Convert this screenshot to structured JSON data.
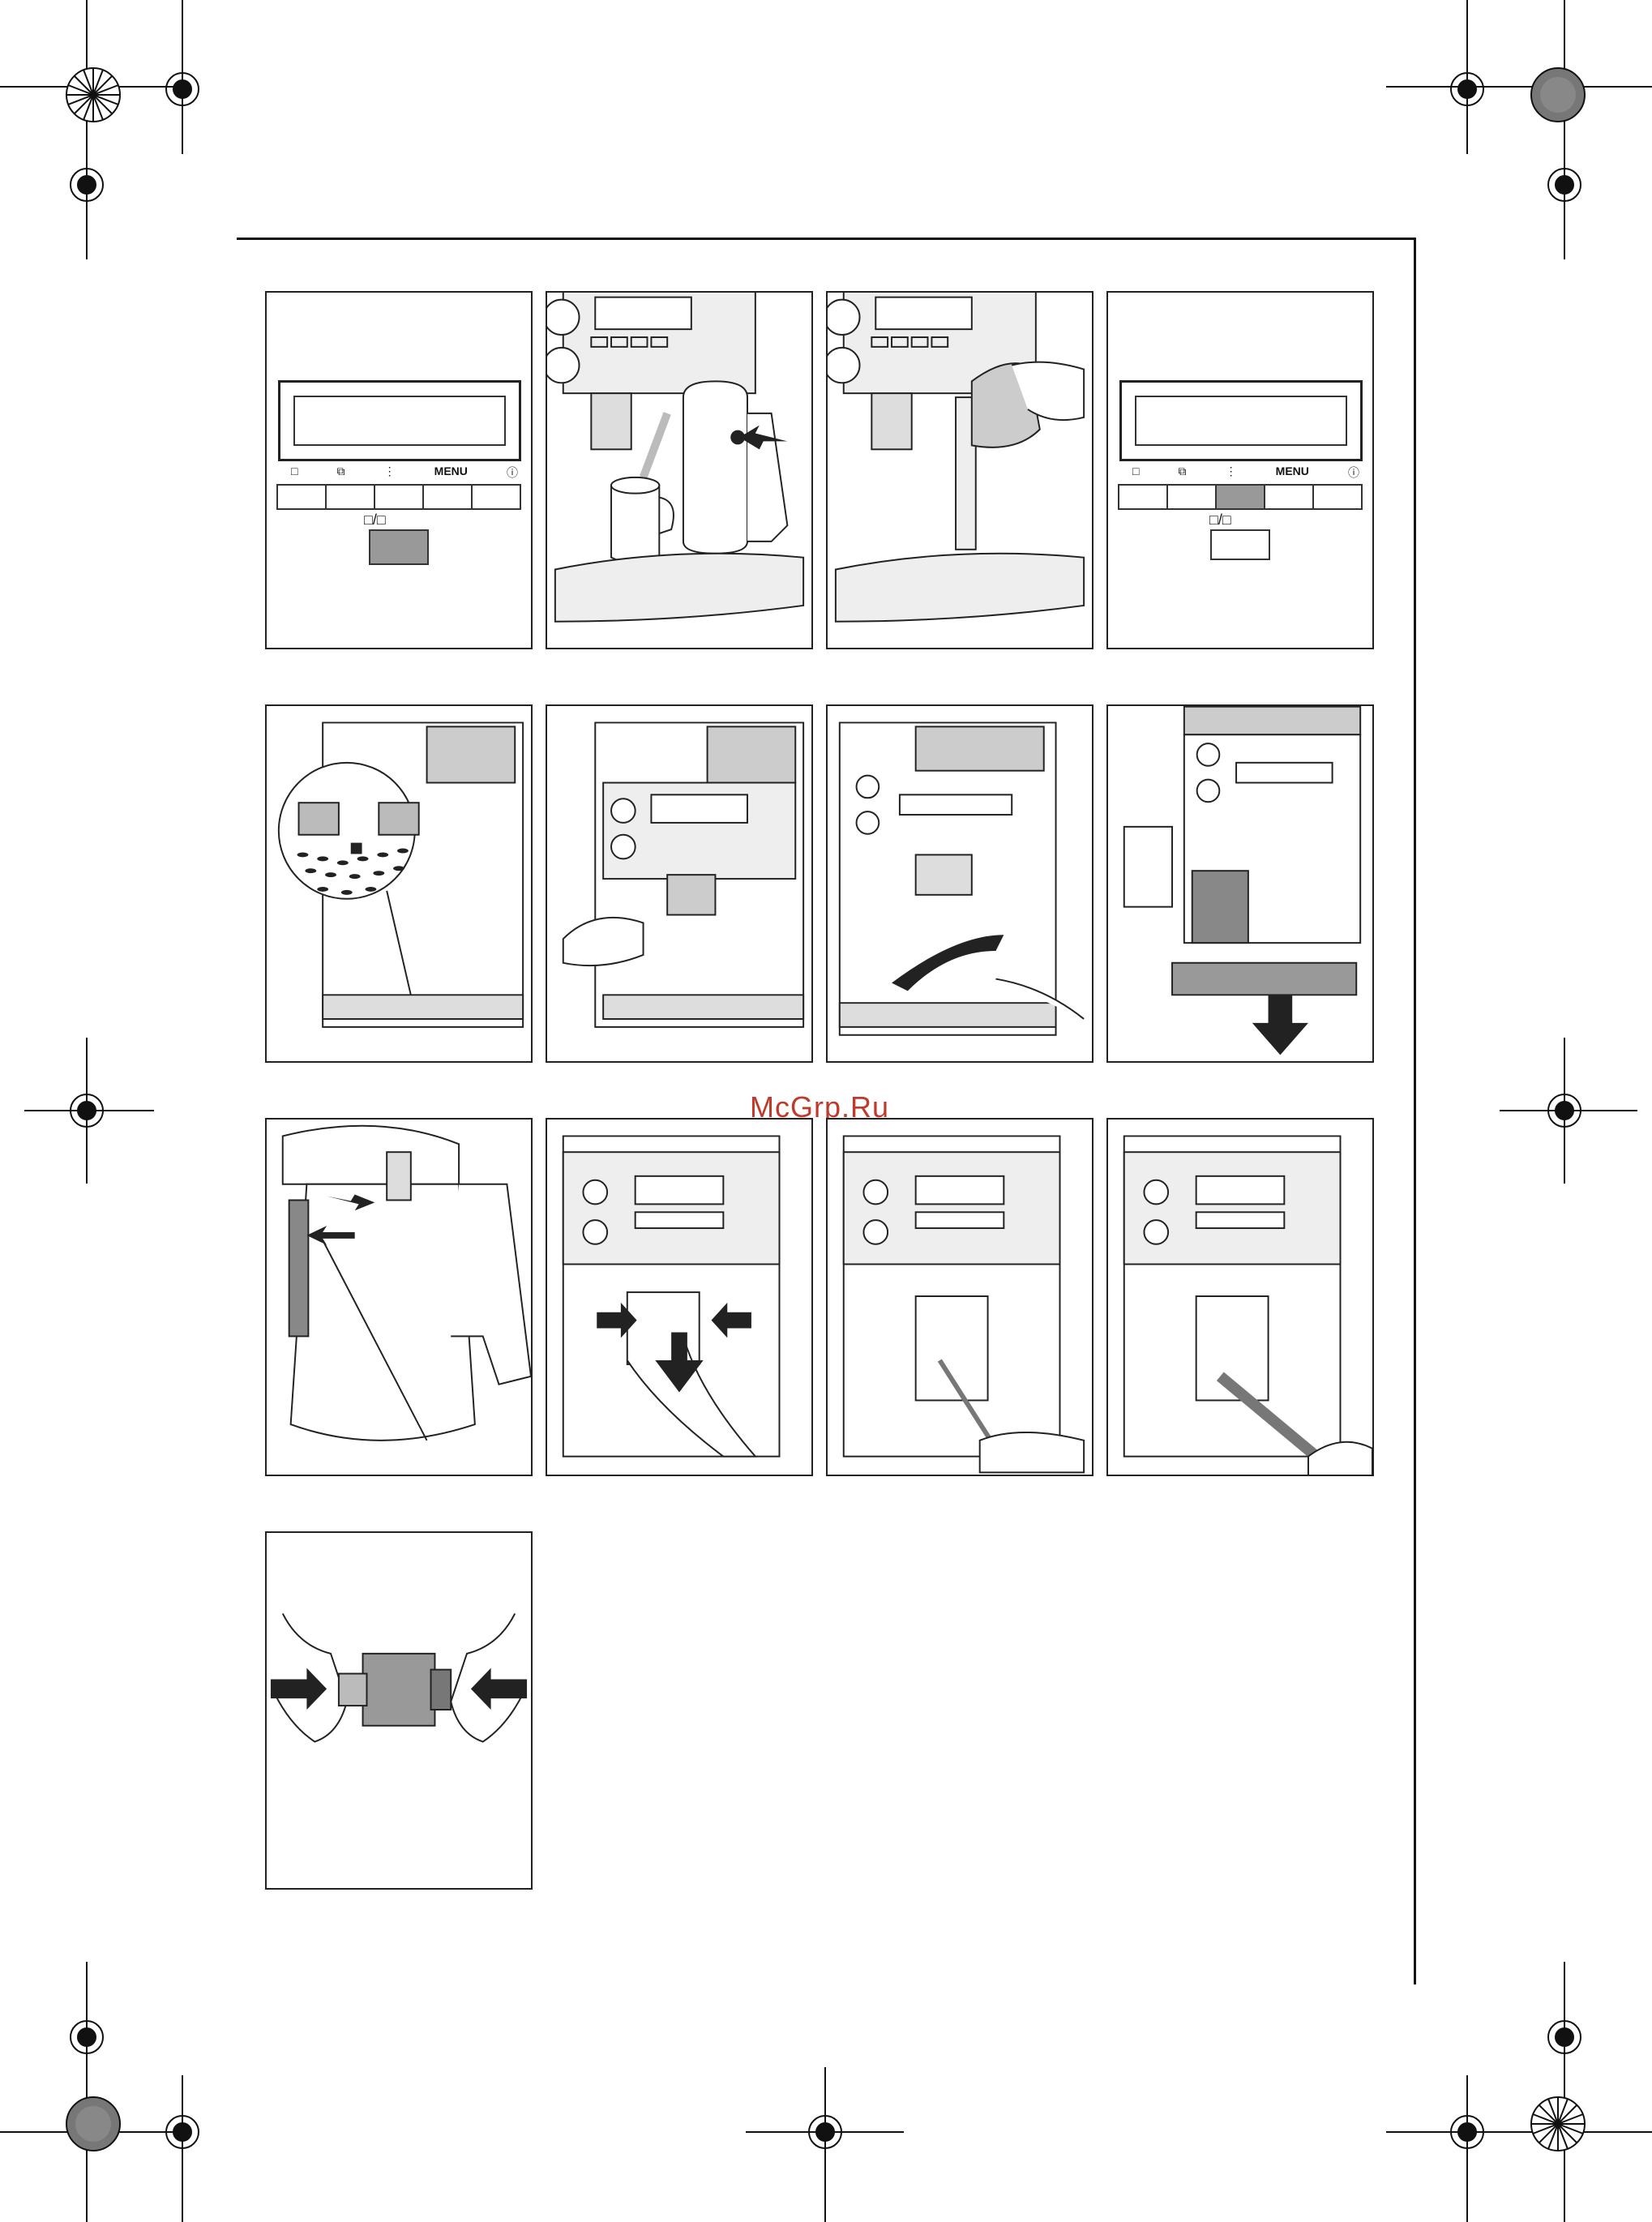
{
  "watermark": "McGrp.Ru",
  "display": {
    "menu_label": "MENU",
    "cup_icon": "cup-icon",
    "two_cups_icon": "two-cups-icon",
    "steam_icon": "steam-icon",
    "info_icon": "info-icon",
    "cup_selector_icon": "cup-size-icon"
  },
  "panels": [
    {
      "id": "p1",
      "scene": "display-key-highlighted"
    },
    {
      "id": "p2",
      "scene": "milk-jug-connect"
    },
    {
      "id": "p3",
      "scene": "wipe-nozzle"
    },
    {
      "id": "p4",
      "scene": "display-button-highlighted"
    },
    {
      "id": "p5",
      "scene": "drip-tray-grid-detail"
    },
    {
      "id": "p6",
      "scene": "spout-adjust"
    },
    {
      "id": "p7",
      "scene": "open-door"
    },
    {
      "id": "p8",
      "scene": "remove-drip-tray"
    },
    {
      "id": "p9",
      "scene": "milk-jug-tube"
    },
    {
      "id": "p10",
      "scene": "remove-brew-unit"
    },
    {
      "id": "p11",
      "scene": "clean-with-fork"
    },
    {
      "id": "p12",
      "scene": "clean-with-brush"
    },
    {
      "id": "p13",
      "scene": "brew-unit-hands"
    }
  ]
}
